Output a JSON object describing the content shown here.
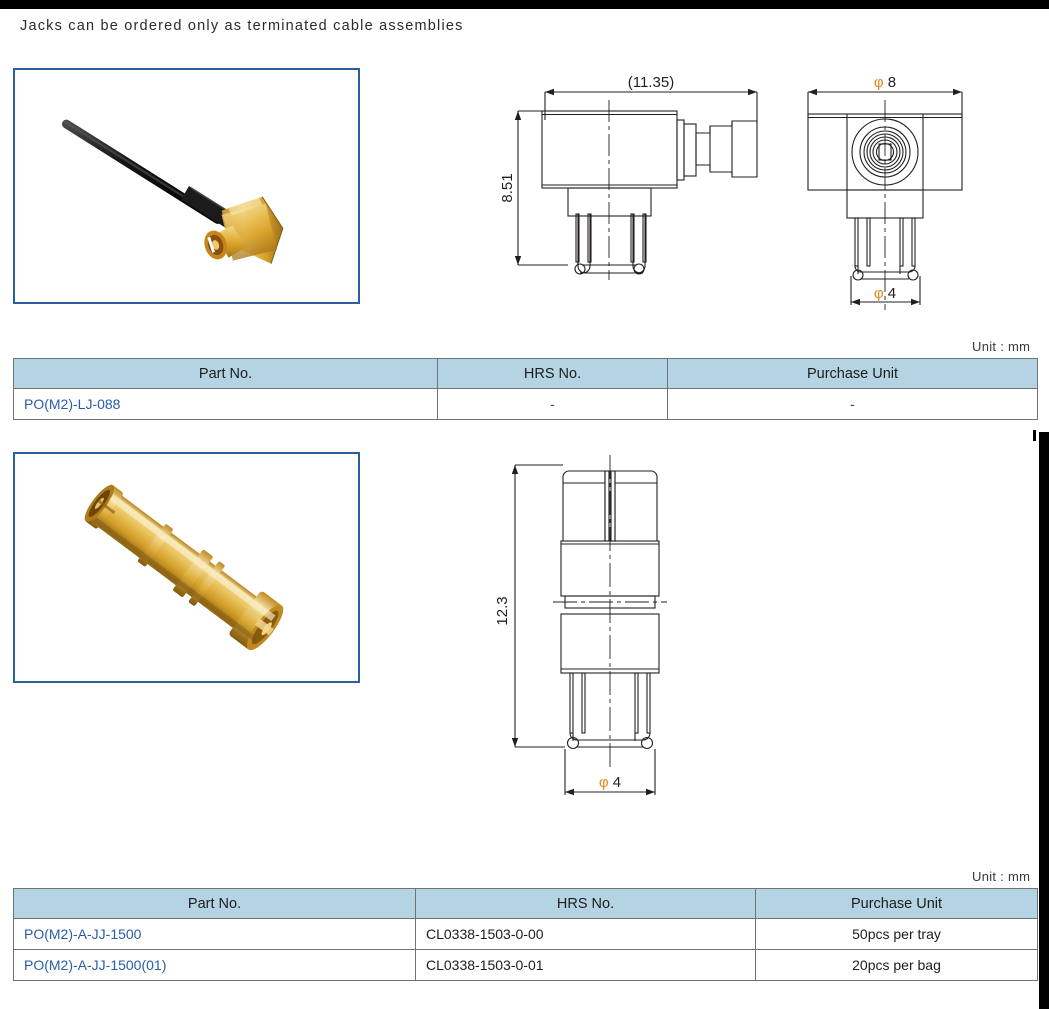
{
  "page": {
    "note": "Jacks can be ordered only as terminated cable assemblies",
    "unit_label": "Unit : mm",
    "accent_blue": "#2a5caa",
    "header_fill": "#b4d3e3",
    "border_color": "#6f7376",
    "photo_frame_color": "#2c5f9e"
  },
  "section1": {
    "photo": {
      "alt": "right-angle gold jack on black coaxial cable",
      "cable_color": "#1a1a1a",
      "body_color": "#d9a627"
    },
    "drawing_side": {
      "dim_width": "(11.35)",
      "dim_height": "8.51"
    },
    "drawing_front": {
      "dim_outer": "φ 8",
      "dim_inner": "φ 4"
    },
    "table": {
      "columns": [
        "Part No.",
        "HRS No.",
        "Purchase Unit"
      ],
      "rows": [
        {
          "part_no": "PO(M2)-LJ-088",
          "hrs_no": "-",
          "purchase_unit": "-"
        }
      ]
    }
  },
  "section2": {
    "photo": {
      "alt": "gold jack-to-jack bullet adapter",
      "body_color": "#dba93a"
    },
    "drawing": {
      "dim_height": "12.3",
      "dim_diameter": "φ 4"
    },
    "table": {
      "columns": [
        "Part No.",
        "HRS No.",
        "Purchase Unit"
      ],
      "rows": [
        {
          "part_no": "PO(M2)-A-JJ-1500",
          "hrs_no": "CL0338-1503-0-00",
          "purchase_unit": "50pcs per tray"
        },
        {
          "part_no": "PO(M2)-A-JJ-1500(01)",
          "hrs_no": "CL0338-1503-0-01",
          "purchase_unit": "20pcs per bag"
        }
      ]
    }
  }
}
